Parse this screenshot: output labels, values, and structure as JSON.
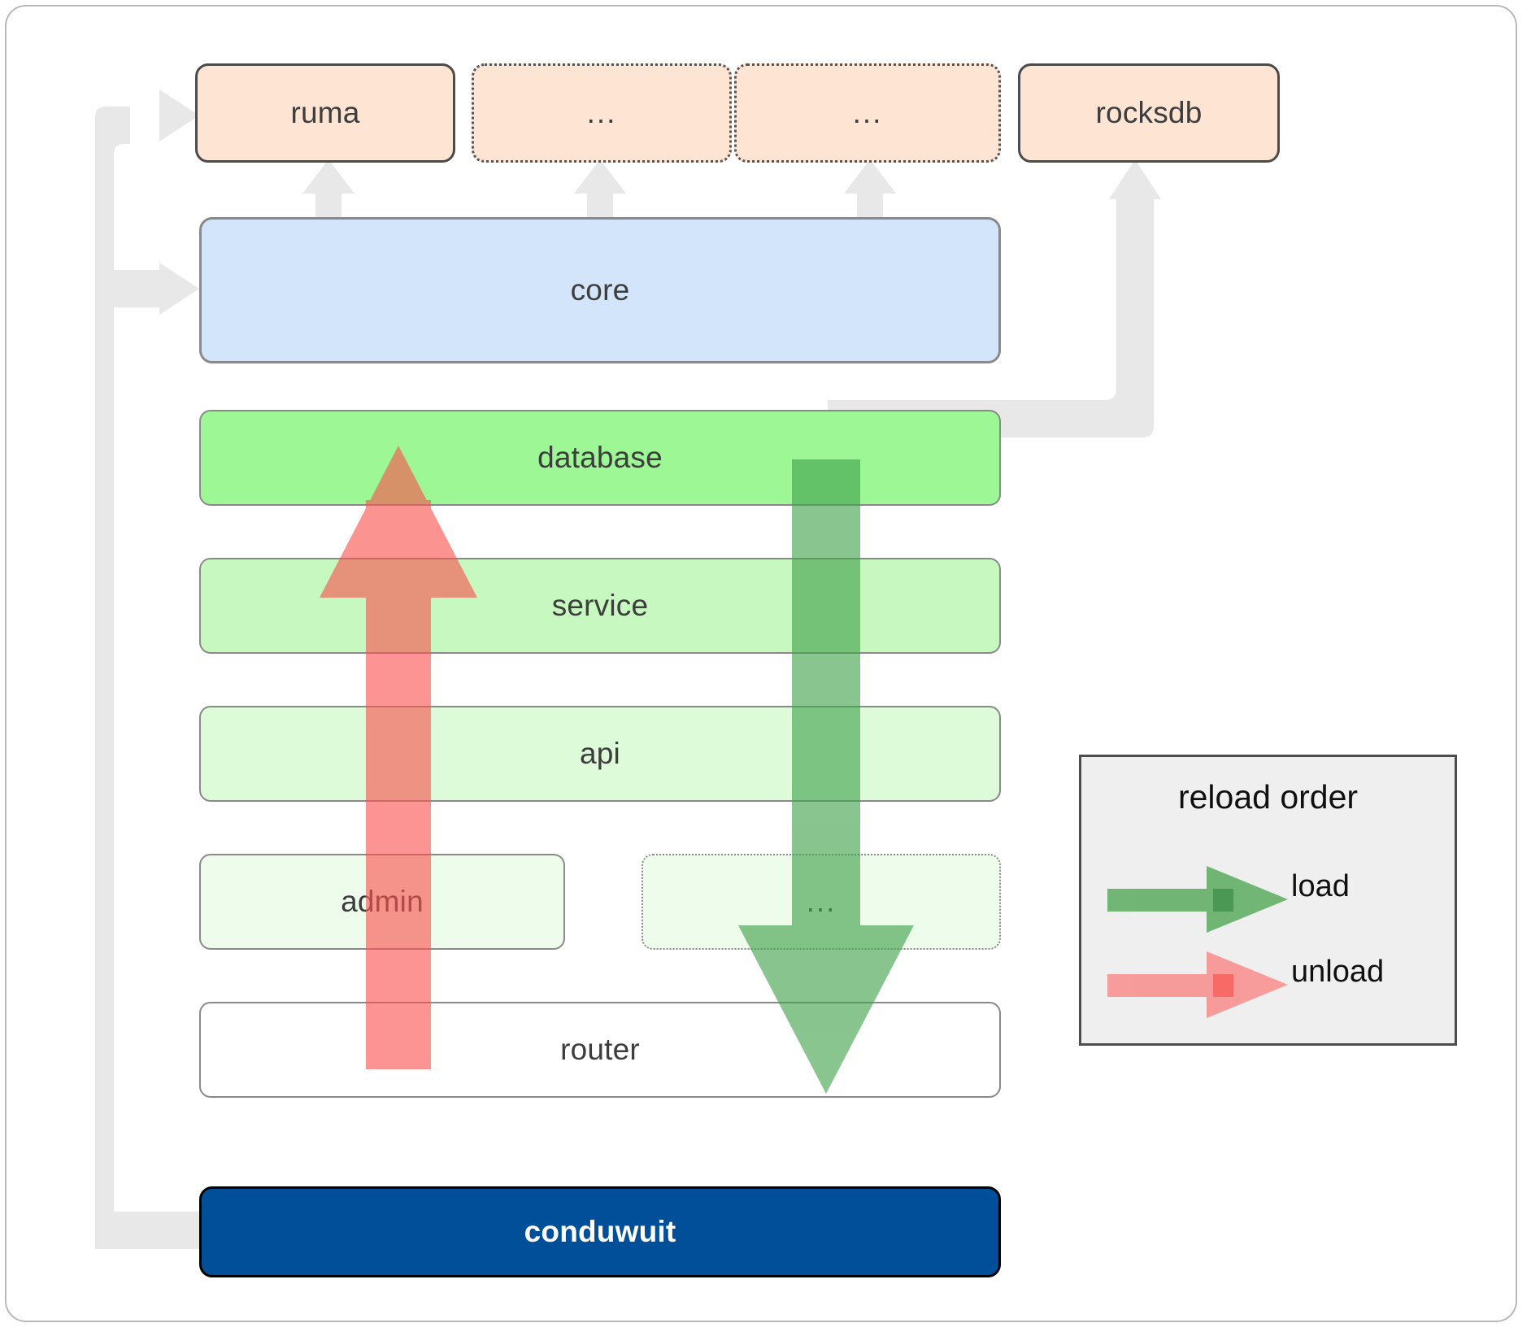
{
  "diagram": {
    "title": "conduwuit crate dependency / reload order diagram",
    "dependencies": [
      {
        "id": "ruma",
        "label": "ruma",
        "style": "solid"
      },
      {
        "id": "dots1",
        "label": "...",
        "style": "dotted"
      },
      {
        "id": "dots2",
        "label": "...",
        "style": "dotted"
      },
      {
        "id": "rocksdb",
        "label": "rocksdb",
        "style": "solid"
      }
    ],
    "core": {
      "id": "core",
      "label": "core"
    },
    "stack": [
      {
        "id": "database",
        "label": "database"
      },
      {
        "id": "service",
        "label": "service"
      },
      {
        "id": "api",
        "label": "api"
      }
    ],
    "leaves": [
      {
        "id": "admin",
        "label": "admin",
        "style": "solid"
      },
      {
        "id": "dots-leaf",
        "label": "...",
        "style": "dotted"
      }
    ],
    "router": {
      "id": "router",
      "label": "router"
    },
    "app": {
      "id": "conduwuit",
      "label": "conduwuit"
    },
    "legend": {
      "title": "reload order",
      "entries": [
        {
          "id": "load",
          "label": "load",
          "color": "#5aab5f"
        },
        {
          "id": "unload",
          "label": "unload",
          "color": "#f98c8c"
        }
      ]
    },
    "colors": {
      "dependency_fill": "#fde4d3",
      "core_fill": "#d3e5fb",
      "database_fill": "#9df795",
      "service_fill": "#c7f8c0",
      "api_fill": "#defbd9",
      "admin_fill": "#eefdeb",
      "router_fill": "#ffffff",
      "app_fill": "#014f99",
      "connector": "#e8e8e8",
      "load_arrow": "#5aab5f",
      "unload_arrow": "#f98c8c",
      "legend_bg": "#efefef",
      "frame_border": "#b9b9b9"
    }
  }
}
